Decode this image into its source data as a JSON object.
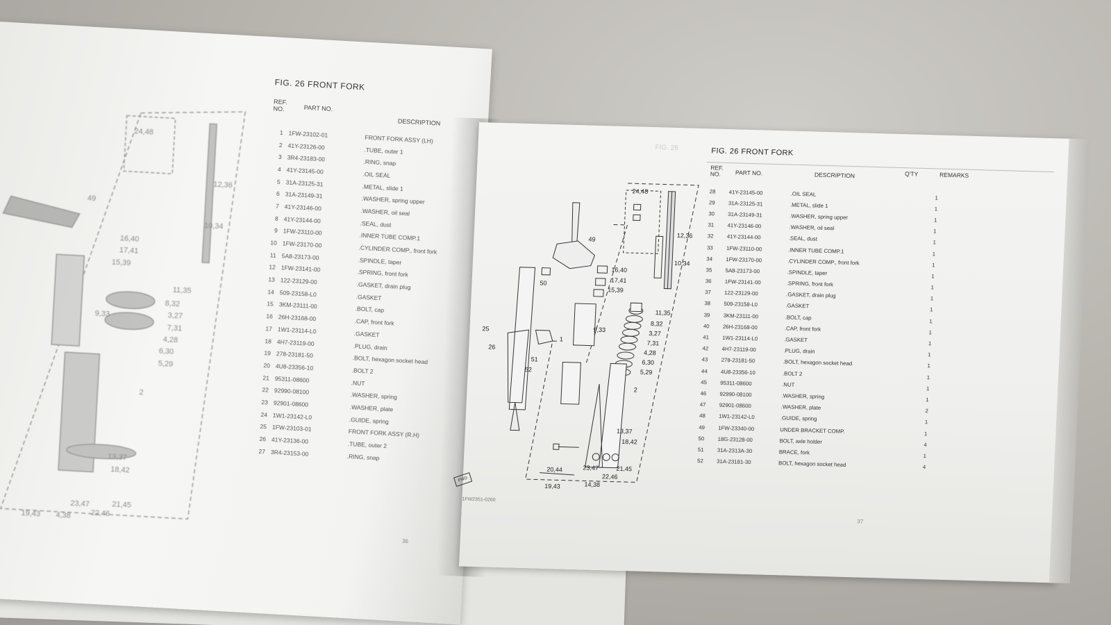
{
  "left_page": {
    "fig_title": "FIG. 26  FRONT FORK",
    "headers": {
      "ref": "REF. NO.",
      "part_no": "PART NO.",
      "description": "DESCRIPTION"
    },
    "rows": [
      {
        "ref": "1",
        "part_no": "1FW-23102-01",
        "desc": "FRONT FORK ASSY (LH)"
      },
      {
        "ref": "2",
        "part_no": "41Y-23126-00",
        "desc": ".TUBE, outer 1"
      },
      {
        "ref": "3",
        "part_no": "3R4-23183-00",
        "desc": ".RING, snap"
      },
      {
        "ref": "4",
        "part_no": "41Y-23145-00",
        "desc": ".OIL SEAL"
      },
      {
        "ref": "5",
        "part_no": "31A-23125-31",
        "desc": ".METAL, slide 1"
      },
      {
        "ref": "6",
        "part_no": "31A-23149-31",
        "desc": ".WASHER, spring upper"
      },
      {
        "ref": "7",
        "part_no": "41Y-23146-00",
        "desc": ".WASHER, oil seal"
      },
      {
        "ref": "8",
        "part_no": "41Y-23144-00",
        "desc": ".SEAL, dust"
      },
      {
        "ref": "9",
        "part_no": "1FW-23110-00",
        "desc": ".INNER TUBE COMP.1"
      },
      {
        "ref": "10",
        "part_no": "1FW-23170-00",
        "desc": ".CYLINDER COMP., front fork"
      },
      {
        "ref": "11",
        "part_no": "5A8-23173-00",
        "desc": ".SPINDLE, taper"
      },
      {
        "ref": "12",
        "part_no": "1FW-23141-00",
        "desc": ".SPRING, front fork"
      },
      {
        "ref": "13",
        "part_no": "122-23129-00",
        "desc": ".GASKET, drain plug"
      },
      {
        "ref": "14",
        "part_no": "509-23158-L0",
        "desc": ".GASKET"
      },
      {
        "ref": "15",
        "part_no": "3KM-23111-00",
        "desc": ".BOLT, cap"
      },
      {
        "ref": "16",
        "part_no": "26H-23168-00",
        "desc": ".CAP, front fork"
      },
      {
        "ref": "17",
        "part_no": "1W1-23114-L0",
        "desc": ".GASKET"
      },
      {
        "ref": "18",
        "part_no": "4H7-23119-00",
        "desc": ".PLUG, drain"
      },
      {
        "ref": "19",
        "part_no": "278-23181-50",
        "desc": ".BOLT, hexagon socket head"
      },
      {
        "ref": "20",
        "part_no": "4U8-23356-10",
        "desc": ".BOLT 2"
      },
      {
        "ref": "21",
        "part_no": "95311-08600",
        "desc": ".NUT"
      },
      {
        "ref": "22",
        "part_no": "92990-08100",
        "desc": ".WASHER, spring"
      },
      {
        "ref": "23",
        "part_no": "92901-08600",
        "desc": ".WASHER, plate"
      },
      {
        "ref": "24",
        "part_no": "1W1-23142-L0",
        "desc": ".GUIDE, spring"
      },
      {
        "ref": "25",
        "part_no": "1FW-23103-01",
        "desc": "FRONT FORK ASSY (R.H)"
      },
      {
        "ref": "26",
        "part_no": "41Y-23136-00",
        "desc": ".TUBE, outer 2"
      },
      {
        "ref": "27",
        "part_no": "3R4-23153-00",
        "desc": ".RING, snap"
      }
    ],
    "page_num": "36",
    "diagram_labels": [
      "24,48",
      "12,36",
      "10,34",
      "49",
      "16,40",
      "17,41",
      "15,39",
      "11,35",
      "8,32",
      "3,27",
      "7,31",
      "4,28",
      "6,30",
      "5,29",
      "9,33",
      "2",
      "13,37",
      "18,42",
      "23,47",
      "21,45",
      "22,46",
      "4,38",
      "19,43"
    ]
  },
  "right_page": {
    "ghost_text": "FIG. 26",
    "fig_title": "FIG. 26  FRONT FORK",
    "headers": {
      "ref": "REF. NO.",
      "part_no": "PART NO.",
      "description": "DESCRIPTION",
      "qty": "Q'TY",
      "remarks": "REMARKS"
    },
    "rows": [
      {
        "ref": "28",
        "part_no": "41Y-23145-00",
        "desc": ".OIL SEAL",
        "qty": "1"
      },
      {
        "ref": "29",
        "part_no": "31A-23125-31",
        "desc": ".METAL, slide 1",
        "qty": "1"
      },
      {
        "ref": "30",
        "part_no": "31A-23149-31",
        "desc": ".WASHER, spring upper",
        "qty": "1"
      },
      {
        "ref": "31",
        "part_no": "41Y-23146-00",
        "desc": ".WASHER, oil seal",
        "qty": "1"
      },
      {
        "ref": "32",
        "part_no": "41Y-23144-00",
        "desc": ".SEAL, dust",
        "qty": "1"
      },
      {
        "ref": "33",
        "part_no": "1FW-23110-00",
        "desc": ".INNER TUBE COMP.1",
        "qty": "1"
      },
      {
        "ref": "34",
        "part_no": "1FW-23170-00",
        "desc": ".CYLINDER COMP., front fork",
        "qty": "1"
      },
      {
        "ref": "35",
        "part_no": "5A8-23173-00",
        "desc": ".SPINDLE, taper",
        "qty": "1"
      },
      {
        "ref": "36",
        "part_no": "1FW-23141-00",
        "desc": ".SPRING, front fork",
        "qty": "1"
      },
      {
        "ref": "37",
        "part_no": "122-23129-00",
        "desc": ".GASKET, drain plug",
        "qty": "1"
      },
      {
        "ref": "38",
        "part_no": "509-23158-L0",
        "desc": ".GASKET",
        "qty": "1"
      },
      {
        "ref": "39",
        "part_no": "3KM-23111-00",
        "desc": ".BOLT, cap",
        "qty": "1"
      },
      {
        "ref": "40",
        "part_no": "26H-23168-00",
        "desc": ".CAP, front fork",
        "qty": "1"
      },
      {
        "ref": "41",
        "part_no": "1W1-23114-L0",
        "desc": ".GASKET",
        "qty": "1"
      },
      {
        "ref": "42",
        "part_no": "4H7-23119-00",
        "desc": ".PLUG, drain",
        "qty": "1"
      },
      {
        "ref": "43",
        "part_no": "278-23181-50",
        "desc": ".BOLT, hexagon socket head",
        "qty": "1"
      },
      {
        "ref": "44",
        "part_no": "4U8-23356-10",
        "desc": ".BOLT 2",
        "qty": "1"
      },
      {
        "ref": "45",
        "part_no": "95311-08600",
        "desc": ".NUT",
        "qty": "1"
      },
      {
        "ref": "46",
        "part_no": "92990-08100",
        "desc": ".WASHER, spring",
        "qty": "1"
      },
      {
        "ref": "47",
        "part_no": "92901-08600",
        "desc": ".WASHER, plate",
        "qty": "2"
      },
      {
        "ref": "48",
        "part_no": "1W1-23142-L0",
        "desc": ".GUIDE, spring",
        "qty": "1"
      },
      {
        "ref": "49",
        "part_no": "1FW-23340-00",
        "desc": "UNDER BRACKET COMP.",
        "qty": "1"
      },
      {
        "ref": "50",
        "part_no": "18G-23128-00",
        "desc": "BOLT, axle holder",
        "qty": "4"
      },
      {
        "ref": "51",
        "part_no": "31A-2313A-30",
        "desc": "BRACE, fork",
        "qty": "1"
      },
      {
        "ref": "52",
        "part_no": "31A-23181-30",
        "desc": "BOLT, hexagon socket head",
        "qty": "4"
      }
    ],
    "page_num": "37",
    "diagram_code": "1FW2351-0260",
    "stamp_text": "FWD",
    "diagram_labels": {
      "l24_48": "24,48",
      "l12_36": "12,36",
      "l10_34": "10,34",
      "l49": "49",
      "l50": "50",
      "l16_40": "16,40",
      "l17_41": "17,41",
      "l15_39": "15,39",
      "l11_35": "11,35",
      "l8_32": "8,32",
      "l3_27": "3,27",
      "l7_31": "7,31",
      "l4_28": "4,28",
      "l6_30": "6,30",
      "l5_29": "5,29",
      "l9_33": "9,33",
      "l1": "1",
      "l25": "25",
      "l26": "26",
      "l51": "51",
      "l52": "52",
      "l2": "2",
      "l13_37": "13,37",
      "l18_42": "18,42",
      "l20_44": "20,44",
      "l23_47": "23,47",
      "l21_45": "21,45",
      "l22_46": "22,46",
      "l14_38": "14,38",
      "l19_43": "19,43"
    }
  }
}
